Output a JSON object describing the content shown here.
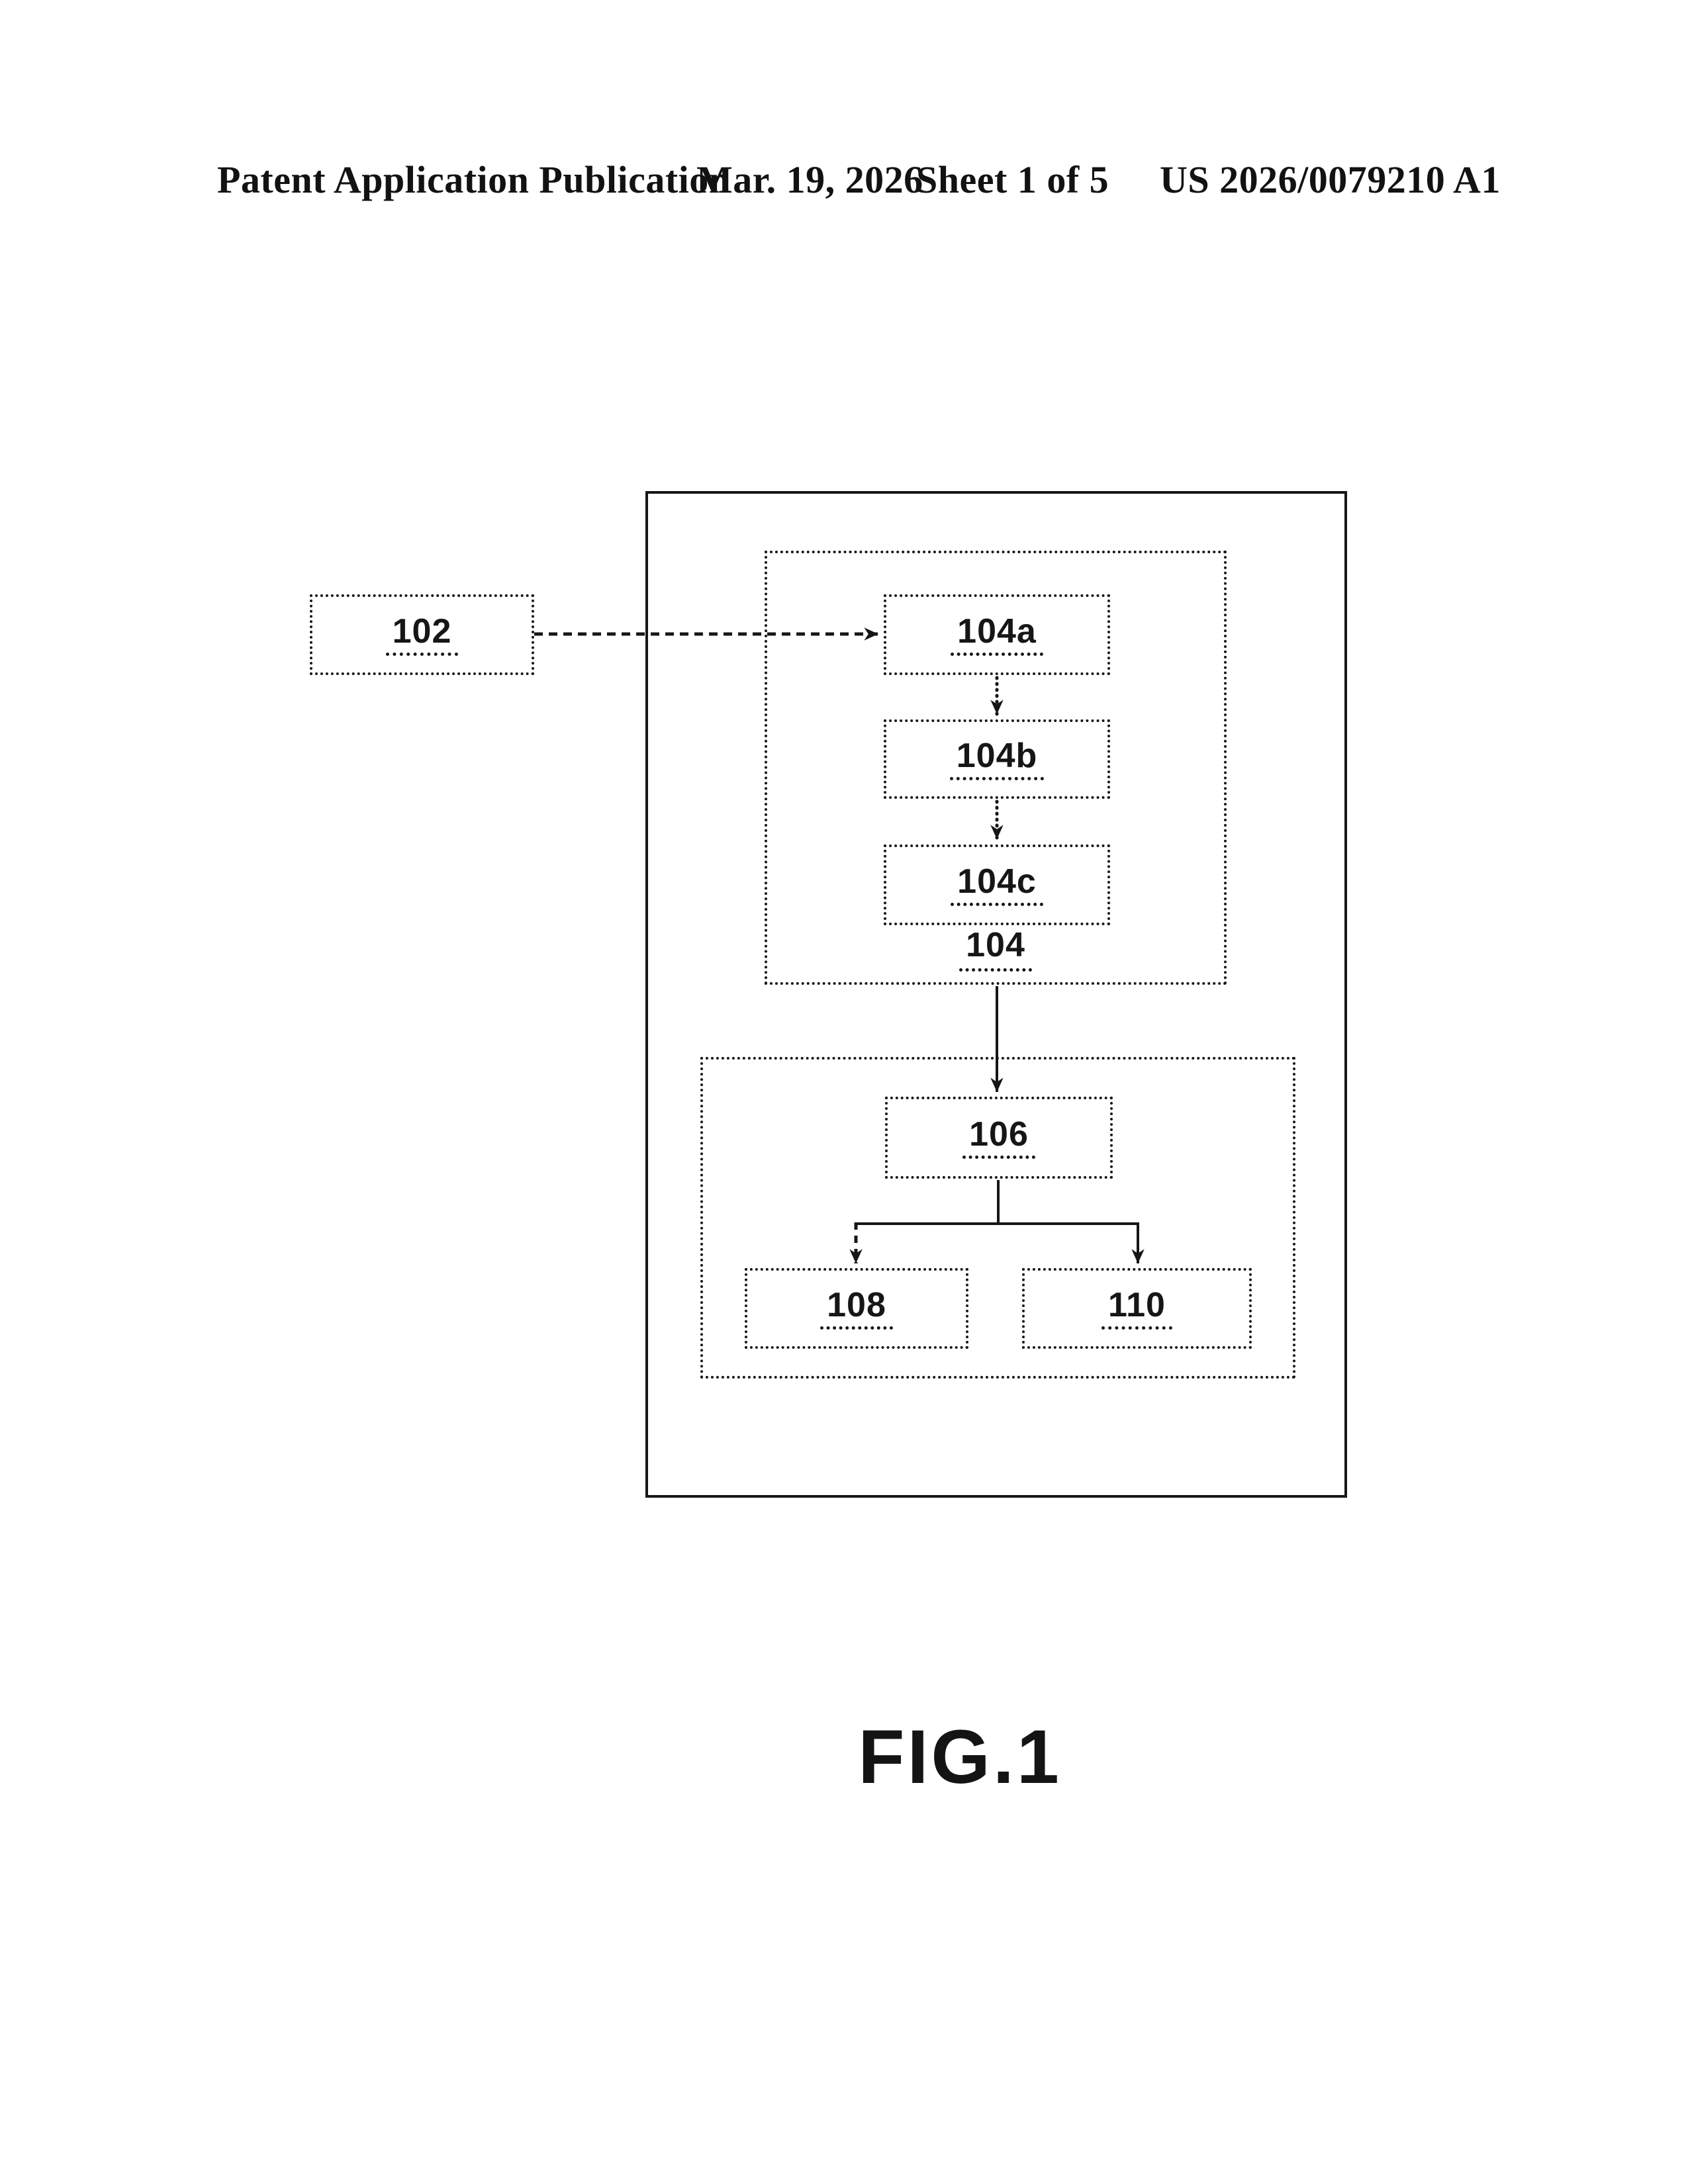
{
  "header": {
    "left": "Patent Application Publication",
    "date": "Mar. 19, 2026",
    "sheet": "Sheet 1 of 5",
    "pub_number": "US 2026/0079210 A1"
  },
  "diagram": {
    "node_102": "102",
    "node_104a": "104a",
    "node_104b": "104b",
    "node_104c": "104c",
    "group_104": "104",
    "node_106": "106",
    "node_108": "108",
    "node_110": "110"
  },
  "caption": "FIG.1",
  "colors": {
    "ink": "#161616",
    "paper": "#ffffff"
  }
}
